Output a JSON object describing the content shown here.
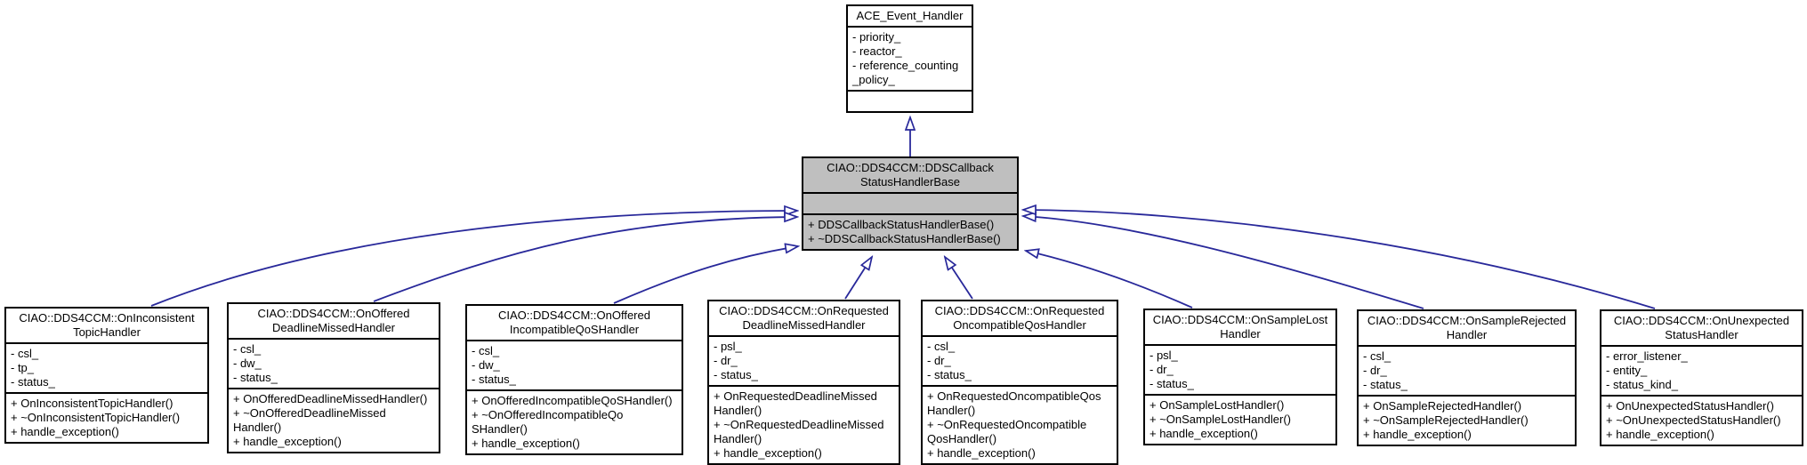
{
  "colors": {
    "arrow": "#28289a",
    "highlight_fill": "#bfbfbf",
    "box_fill": "#ffffff",
    "border": "#000000"
  },
  "classes": {
    "ace": {
      "title": [
        "ACE_Event_Handler"
      ],
      "attributes": [
        "- priority_",
        "- reactor_",
        "- reference_counting",
        "_policy_"
      ],
      "methods": []
    },
    "base": {
      "title": [
        "CIAO::DDS4CCM::DDSCallback",
        "StatusHandlerBase"
      ],
      "attributes": [],
      "methods": [
        "+ DDSCallbackStatusHandlerBase()",
        "+ ~DDSCallbackStatusHandlerBase()"
      ]
    },
    "d1": {
      "title": [
        "CIAO::DDS4CCM::OnInconsistent",
        "TopicHandler"
      ],
      "attributes": [
        "- csl_",
        "- tp_",
        "- status_"
      ],
      "methods": [
        "+ OnInconsistentTopicHandler()",
        "+ ~OnInconsistentTopicHandler()",
        "+ handle_exception()"
      ]
    },
    "d2": {
      "title": [
        "CIAO::DDS4CCM::OnOffered",
        "DeadlineMissedHandler"
      ],
      "attributes": [
        "- csl_",
        "- dw_",
        "- status_"
      ],
      "methods": [
        "+ OnOfferedDeadlineMissedHandler()",
        "+ ~OnOfferedDeadlineMissed",
        "Handler()",
        "+ handle_exception()"
      ]
    },
    "d3": {
      "title": [
        "CIAO::DDS4CCM::OnOffered",
        "IncompatibleQoSHandler"
      ],
      "attributes": [
        "- csl_",
        "- dw_",
        "- status_"
      ],
      "methods": [
        "+ OnOfferedIncompatibleQoSHandler()",
        "+ ~OnOfferedIncompatibleQo",
        "SHandler()",
        "+ handle_exception()"
      ]
    },
    "d4": {
      "title": [
        "CIAO::DDS4CCM::OnRequested",
        "DeadlineMissedHandler"
      ],
      "attributes": [
        "- psl_",
        "- dr_",
        "- status_"
      ],
      "methods": [
        "+ OnRequestedDeadlineMissed",
        "Handler()",
        "+ ~OnRequestedDeadlineMissed",
        "Handler()",
        "+ handle_exception()"
      ]
    },
    "d5": {
      "title": [
        "CIAO::DDS4CCM::OnRequested",
        "OncompatibleQosHandler"
      ],
      "attributes": [
        "- csl_",
        "- dr_",
        "- status_"
      ],
      "methods": [
        "+ OnRequestedOncompatibleQos",
        "Handler()",
        "+ ~OnRequestedOncompatible",
        "QosHandler()",
        "+ handle_exception()"
      ]
    },
    "d6": {
      "title": [
        "CIAO::DDS4CCM::OnSampleLost",
        "Handler"
      ],
      "attributes": [
        "- psl_",
        "- dr_",
        "- status_"
      ],
      "methods": [
        "+ OnSampleLostHandler()",
        "+ ~OnSampleLostHandler()",
        "+ handle_exception()"
      ]
    },
    "d7": {
      "title": [
        "CIAO::DDS4CCM::OnSampleRejected",
        "Handler"
      ],
      "attributes": [
        "- csl_",
        "- dr_",
        "- status_"
      ],
      "methods": [
        "+ OnSampleRejectedHandler()",
        "+ ~OnSampleRejectedHandler()",
        "+ handle_exception()"
      ]
    },
    "d8": {
      "title": [
        "CIAO::DDS4CCM::OnUnexpected",
        "StatusHandler"
      ],
      "attributes": [
        "- error_listener_",
        "- entity_",
        "- status_kind_"
      ],
      "methods": [
        "+ OnUnexpectedStatusHandler()",
        "+ ~OnUnexpectedStatusHandler()",
        "+ handle_exception()"
      ]
    }
  },
  "edges": [
    {
      "from": "base",
      "to": "ace",
      "type": "public-inheritance"
    },
    {
      "from": "d1",
      "to": "base",
      "type": "public-inheritance"
    },
    {
      "from": "d2",
      "to": "base",
      "type": "public-inheritance"
    },
    {
      "from": "d3",
      "to": "base",
      "type": "public-inheritance"
    },
    {
      "from": "d4",
      "to": "base",
      "type": "public-inheritance"
    },
    {
      "from": "d5",
      "to": "base",
      "type": "public-inheritance"
    },
    {
      "from": "d6",
      "to": "base",
      "type": "public-inheritance"
    },
    {
      "from": "d7",
      "to": "base",
      "type": "public-inheritance"
    },
    {
      "from": "d8",
      "to": "base",
      "type": "public-inheritance"
    }
  ]
}
